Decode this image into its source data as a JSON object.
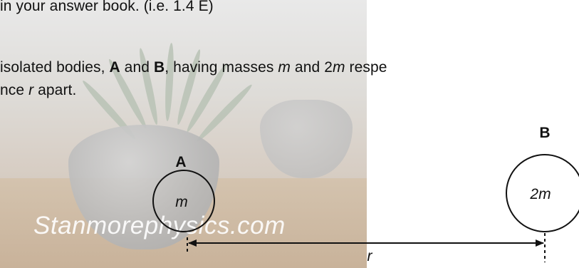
{
  "question": {
    "line1": "in your answer book. (i.e. 1.4 E)",
    "line2": {
      "pre": "isolated bodies, ",
      "body_a": "A",
      "and": " and ",
      "body_b": "B",
      "mid": ", having masses ",
      "mass1": "m",
      "and2": " and 2",
      "mass2_var": "m",
      "post": " respe"
    },
    "line3": {
      "pre": "nce ",
      "dist_var": "r",
      "post": " apart."
    }
  },
  "diagram": {
    "body_a_label": "A",
    "body_a_mass": "m",
    "body_b_label": "B",
    "body_b_mass": "2m",
    "distance_label": "r"
  },
  "watermark": "Stanmorephysics.com"
}
